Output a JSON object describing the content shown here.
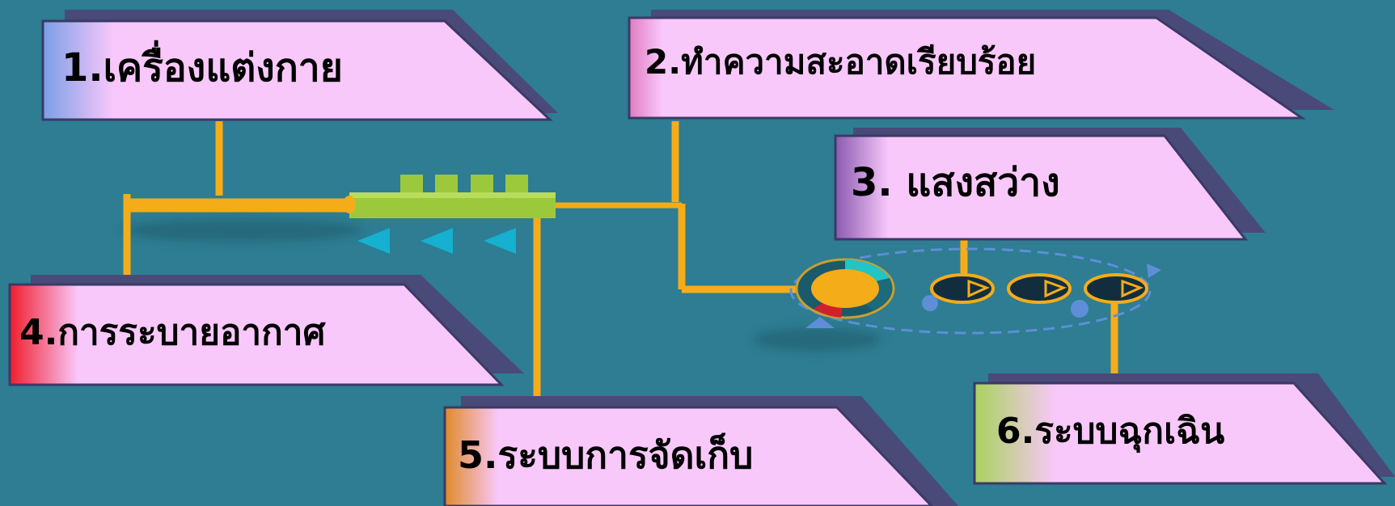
{
  "colors": {
    "background": "#2e7d92",
    "box_fill": "#f9c8fb",
    "box_shadow": "#4a4a78",
    "connector": "#f5ac19",
    "manifold": "#9cc93c",
    "arrows": "#16b0d0"
  },
  "items": [
    {
      "text": "1.เครื่องแต่งกาย",
      "accent": "#7b9ee6"
    },
    {
      "text": "2.ทำความสะอาดเรียบร้อย",
      "accent": "#e07cc0"
    },
    {
      "text": "3.  แสงสว่าง",
      "accent": "#8a5ab0"
    },
    {
      "text": "4.การระบายอากาศ",
      "accent": "#f01e2c"
    },
    {
      "text": "5.ระบบการจัดเก็บ",
      "accent": "#e08a2a"
    },
    {
      "text": "6.ระบบฉุกเฉิน",
      "accent": "#a8d25c"
    }
  ]
}
